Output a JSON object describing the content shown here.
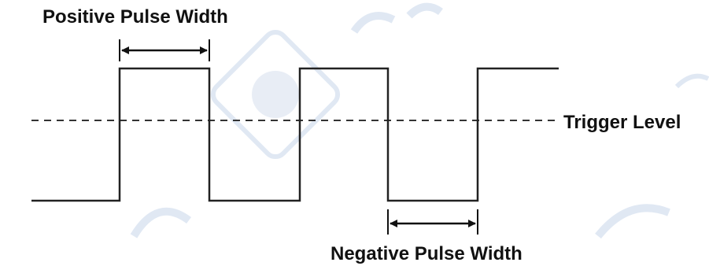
{
  "labels": {
    "positive_pulse_width": "Positive Pulse Width",
    "trigger_level": "Trigger Level",
    "negative_pulse_width": "Negative Pulse Width"
  },
  "colors": {
    "waveform": "#222222",
    "trigger_line": "#333333",
    "arrow": "#111111",
    "watermark": "#dde6f2"
  }
}
